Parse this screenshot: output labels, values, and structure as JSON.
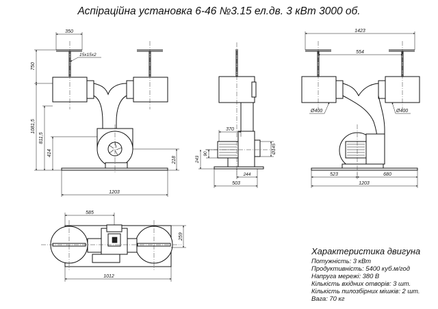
{
  "title": "Аспіраційна установка 6-46 №3.15 ел.дв. 3 кВт 3000 об.",
  "front_view": {
    "dims": {
      "top_width": "350",
      "weld": "15x15x2",
      "height_upper": "750",
      "height_total": "1081,5",
      "height_inlet": "811,5",
      "height_fan": "414",
      "height_base": "218",
      "base_width": "1203"
    }
  },
  "side_view": {
    "dims": {
      "offset": "370",
      "h1": "90",
      "h2": "243",
      "diameter": "Ø145",
      "w1": "244",
      "w2": "503"
    }
  },
  "right_view": {
    "dims": {
      "total_width": "1423",
      "spacing": "554",
      "left_diameter": "Ø400",
      "right_diameter": "Ø400",
      "left_part": "523",
      "right_part": "680",
      "base_width": "1203"
    }
  },
  "top_view": {
    "dims": {
      "left_width": "585",
      "depth": "259",
      "base_width": "1012"
    }
  },
  "specs": {
    "header": "Характеристика двигуна",
    "rows": [
      "Потужність: 3 кВт",
      "Продуктивність: 5400 куб.м/год",
      "Напруга мережі: 380 В",
      "Кількість вхідних отворів: 3 шт.",
      "Кількість пилозбірних мішків: 2 шт.",
      "Вага: 70 кг"
    ]
  }
}
